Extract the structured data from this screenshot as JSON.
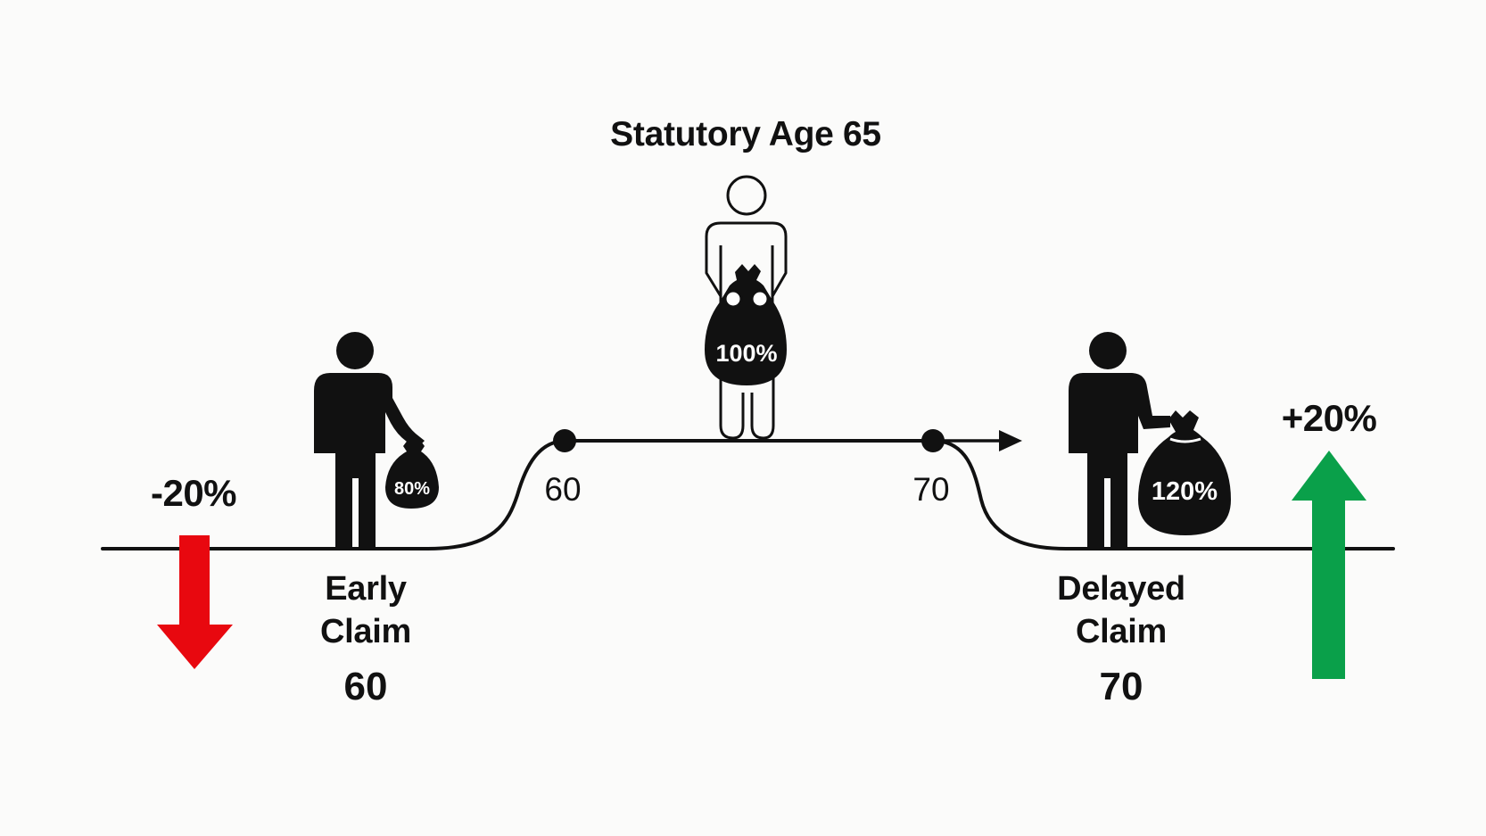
{
  "title": "Statutory Age 65",
  "early": {
    "change": "-20%",
    "bag": "80%",
    "label_line1": "Early",
    "label_line2": "Claim",
    "age": "60"
  },
  "standard": {
    "bag": "100%"
  },
  "timeline": {
    "tick_left": "60",
    "tick_right": "70"
  },
  "delayed": {
    "change": "+20%",
    "bag": "120%",
    "label_line1": "Delayed",
    "label_line2": "Claim",
    "age": "70"
  },
  "colors": {
    "decrease_arrow": "#e8080f",
    "increase_arrow": "#0aa04a",
    "ink": "#111111",
    "background": "#fbfbfa"
  }
}
